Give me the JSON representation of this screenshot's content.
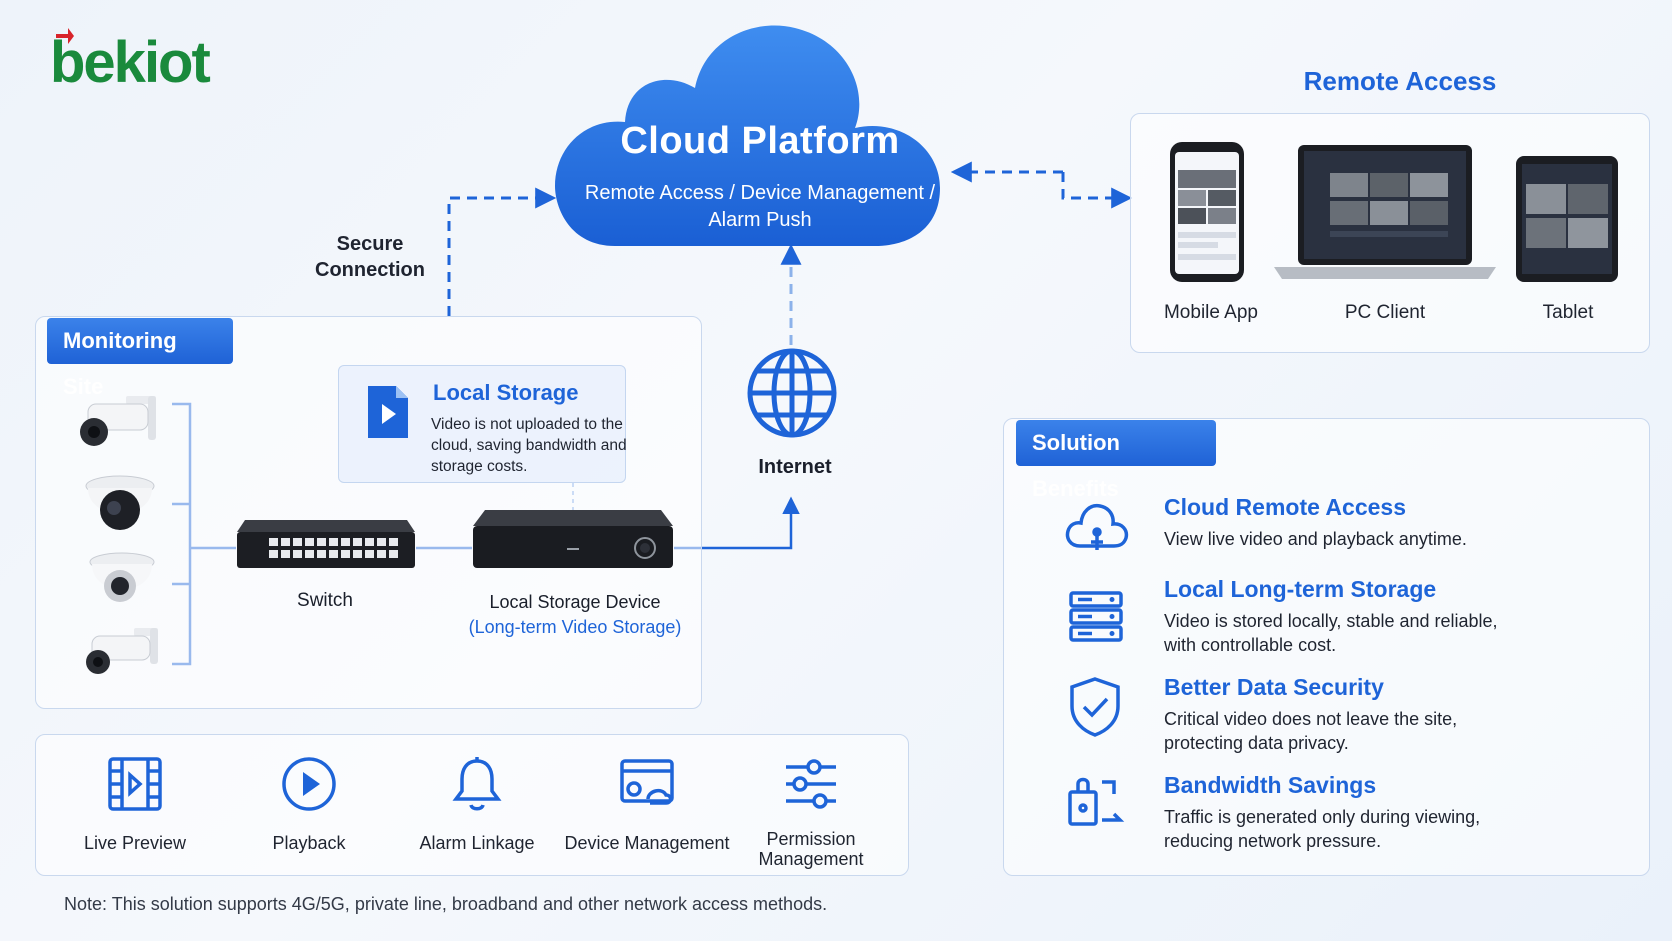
{
  "brand": {
    "logo_text": "bekiot"
  },
  "cloud": {
    "title": "Cloud Platform",
    "subtitle_line1": "Remote Access / Device Management /",
    "subtitle_line2": "Alarm Push"
  },
  "secure_connection": {
    "line1": "Secure",
    "line2": "Connection"
  },
  "remote_access": {
    "title": "Remote Access",
    "devices": [
      {
        "label": "Mobile App",
        "icon": "smartphone-icon"
      },
      {
        "label": "PC Client",
        "icon": "laptop-icon"
      },
      {
        "label": "Tablet",
        "icon": "tablet-icon"
      }
    ]
  },
  "monitoring_site": {
    "title": "Monitoring Site",
    "cameras": [
      "bullet-camera-icon",
      "dome-camera-icon",
      "dome-camera-icon",
      "bullet-camera-icon"
    ],
    "local_storage": {
      "title": "Local Storage",
      "description": "Video is not uploaded to the cloud, saving bandwidth and storage costs."
    },
    "switch_label": "Switch",
    "storage_device_label": "Local Storage Device",
    "storage_device_sub": "(Long-term Video Storage)"
  },
  "internet": {
    "label": "Internet"
  },
  "features": [
    {
      "label": "Live Preview",
      "icon": "film-play-icon"
    },
    {
      "label": "Playback",
      "icon": "play-circle-icon"
    },
    {
      "label": "Alarm Linkage",
      "icon": "bell-icon"
    },
    {
      "label": "Device Management",
      "icon": "device-settings-icon"
    },
    {
      "label_line1": "Permission",
      "label_line2": "Management",
      "icon": "sliders-icon"
    }
  ],
  "benefits": {
    "title": "Solution Benefits",
    "items": [
      {
        "title": "Cloud Remote Access",
        "line1": "View live video and playback anytime.",
        "line2": "",
        "icon": "cloud-user-icon"
      },
      {
        "title": "Local Long-term Storage",
        "line1": "Video is stored locally, stable and reliable,",
        "line2": "with controllable cost.",
        "icon": "server-icon"
      },
      {
        "title": "Better Data Security",
        "line1": "Critical video does not leave the site,",
        "line2": "protecting data privacy.",
        "icon": "shield-check-icon"
      },
      {
        "title": "Bandwidth Savings",
        "line1": "Traffic is generated only during viewing,",
        "line2": "reducing network pressure.",
        "icon": "network-icon"
      }
    ]
  },
  "note": "Note: This solution supports 4G/5G, private line, broadband and other network access methods.",
  "colors": {
    "accent": "#1e64d8",
    "logo_green": "#1a8a3c",
    "logo_red": "#d8232a"
  }
}
